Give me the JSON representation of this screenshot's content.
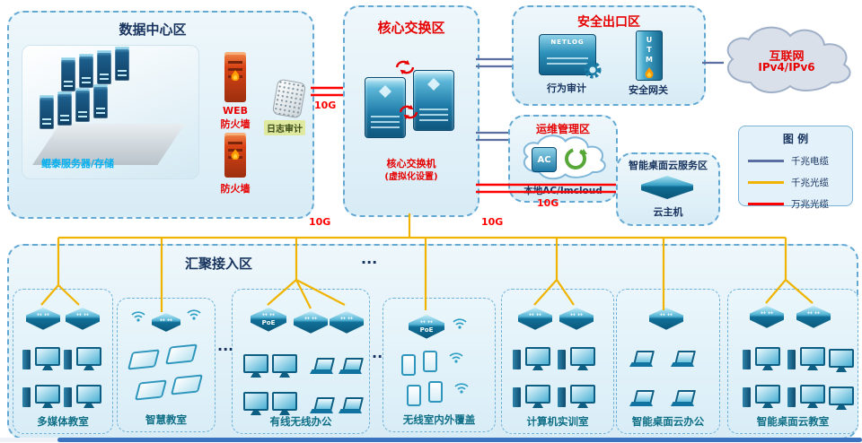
{
  "links": {
    "speed_label": "10G"
  },
  "datacenter": {
    "title": "数据中心区",
    "servers_label": "鲲泰服务器/存储",
    "web_firewall_line1": "WEB",
    "web_firewall_line2": "防火墙",
    "log_audit_label": "日志审计",
    "firewall_label": "防火墙"
  },
  "core": {
    "title": "核心交换区",
    "switch_label": "核心交换机",
    "switch_note": "(虚拟化设置)"
  },
  "security": {
    "title": "安全出口区",
    "netlog": "NETLOG",
    "behavior_audit": "行为审计",
    "utm": "UTM",
    "gateway": "安全网关"
  },
  "internet": {
    "name": "互联网",
    "proto": "IPv4/IPv6"
  },
  "ops": {
    "title": "运维管理区",
    "ac": "AC",
    "label": "本地AC/Imcloud"
  },
  "cloud_service": {
    "title": "智能桌面云服务区",
    "host_label": "云主机"
  },
  "legend": {
    "title": "图 例",
    "items": [
      {
        "label": "千兆电缆",
        "color": "#5b6ea2"
      },
      {
        "label": "千兆光缆",
        "color": "#f0b400"
      },
      {
        "label": "万兆光缆",
        "color": "#fe0000"
      }
    ]
  },
  "access": {
    "title": "汇聚接入区",
    "ellipsis": "...",
    "poe_label": "PoE",
    "subzones": [
      {
        "label": "多媒体教室"
      },
      {
        "label": "智慧教室"
      },
      {
        "label": "有线无线办公"
      },
      {
        "label": "无线室内外覆盖"
      },
      {
        "label": "计算机实训室"
      },
      {
        "label": "智能桌面云办公"
      },
      {
        "label": "智能桌面云教室"
      }
    ]
  }
}
